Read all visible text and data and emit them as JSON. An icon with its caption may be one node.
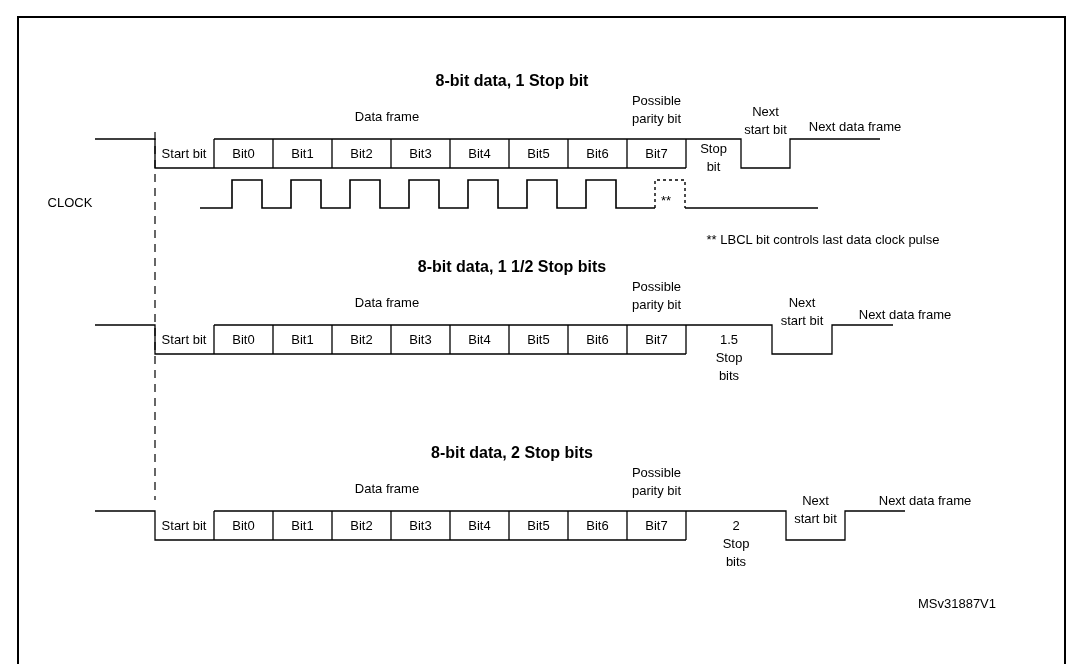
{
  "diagram": {
    "labels": [
      "8-bit data, 1 Stop bit",
      "Data frame",
      "Possible parity bit",
      "Next start bit",
      "Next data frame",
      "Start bit",
      "Bit0",
      "Bit1",
      "Bit2",
      "Bit3",
      "Bit4",
      "Bit5",
      "Bit6",
      "Bit7",
      "Stop bit",
      "CLOCK",
      "**",
      "** LBCL bit controls last data clock pulse",
      "8-bit data, 1 1/2 Stop bits",
      "Data frame",
      "Possible parity bit",
      "Next start bit",
      "Next data frame",
      "Start bit",
      "Bit0",
      "Bit1",
      "Bit2",
      "Bit3",
      "Bit4",
      "Bit5",
      "Bit6",
      "Bit7",
      "1.5 Stop bits",
      "8-bit data, 2 Stop bits",
      "Data frame",
      "Possible parity bit",
      "Next start bit",
      "Next data frame",
      "Start bit",
      "Bit0",
      "Bit1",
      "Bit2",
      "Bit3",
      "Bit4",
      "Bit5",
      "Bit6",
      "Bit7",
      "2 Stop bits",
      "MSv31887V1"
    ]
  }
}
